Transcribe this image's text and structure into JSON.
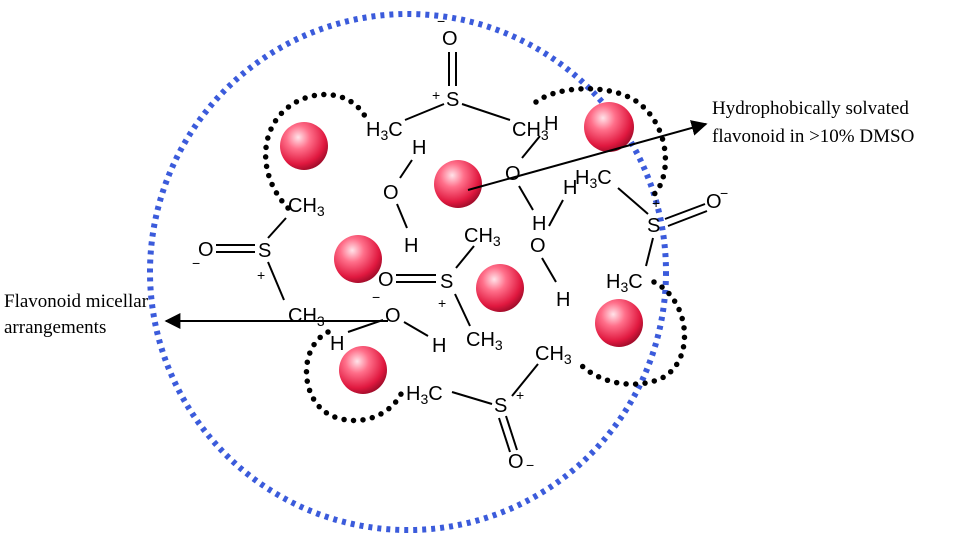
{
  "annotations": {
    "hydrophobic_line1": "Hydrophobically solvated",
    "hydrophobic_line2": "flavonoid in >10% DMSO",
    "micellar_line1": "Flavonoid micellar",
    "micellar_line2": "arrangements"
  },
  "atoms": {
    "S": "S",
    "O": "O",
    "H": "H",
    "CH3": "CH",
    "sub3": "3",
    "H3C_H": "H",
    "H3C_C": "C",
    "plus": "+",
    "minus": "−"
  },
  "colors": {
    "boundary": "#3b5bdb",
    "flavonoid_light": "#ffd6de",
    "flavonoid_mid": "#ff4d6d",
    "flavonoid_dark": "#b80f2e",
    "dotted_arc": "#000000"
  }
}
